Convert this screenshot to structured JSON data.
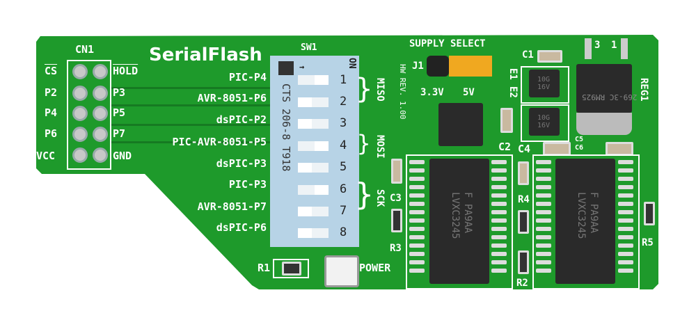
{
  "board": {
    "title": "SerialFlash",
    "hw_rev": "HW REV. 1.00",
    "color": "#1e9a2b"
  },
  "connector": {
    "label": "CN1",
    "left_pins": [
      "CS",
      "P2",
      "P4",
      "P6",
      "VCC"
    ],
    "right_pins": [
      "HOLD",
      "P3",
      "P5",
      "P7",
      "GND"
    ]
  },
  "switch": {
    "label": "SW1",
    "on_label": "ON",
    "numbers": [
      "1",
      "2",
      "3",
      "4",
      "5",
      "6",
      "7",
      "8"
    ],
    "marking": "CTS 206-8 T918",
    "lines": [
      "PIC-P4",
      "AVR-8051-P6",
      "dsPIC-P2",
      "PIC-AVR-8051-P5",
      "dsPIC-P3",
      "PIC-P3",
      "AVR-8051-P7",
      "dsPIC-P6"
    ],
    "groups": [
      "MISO",
      "MOSI",
      "SCK"
    ]
  },
  "supply": {
    "title": "SUPPLY SELECT",
    "jumper": "J1",
    "options": [
      "3.3V",
      "5V"
    ]
  },
  "components": {
    "c1": "C1",
    "e1": "E1",
    "e2": "E2",
    "c2": "C2",
    "c3": "C3",
    "c4": "C4",
    "c5": "C5",
    "c6": "C6",
    "reg": "REG1",
    "reg_pin3": "3",
    "reg_pin1": "1",
    "r1": "R1",
    "r2": "R2",
    "r3": "R3",
    "r4": "R4",
    "r5": "R5",
    "power": "POWER"
  },
  "chips": {
    "buffer_brand": "F PA9AA",
    "buffer_part": "LVXC3245",
    "reg_marking": "269-3C RM925",
    "cap_marking": "10G 16V"
  }
}
